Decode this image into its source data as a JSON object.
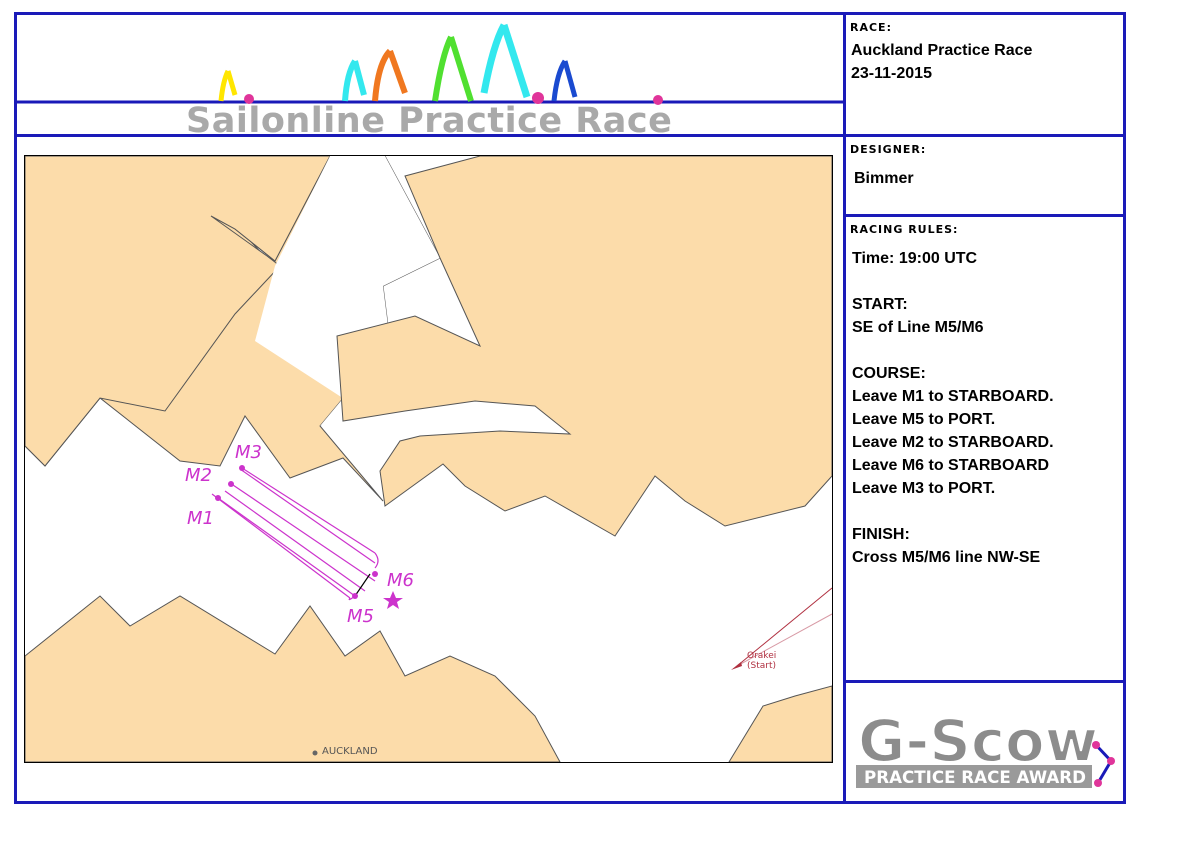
{
  "banner": {
    "title": "Sailonline Practice Race"
  },
  "race": {
    "label": "RACE:",
    "name": "Auckland Practice Race",
    "date": "23-11-2015"
  },
  "designer": {
    "label": "DESIGNER:",
    "name": "Bimmer"
  },
  "rules": {
    "label": "RACING RULES:",
    "time": "Time: 19:00 UTC",
    "start_heading": "START:",
    "start_text": "SE of Line M5/M6",
    "course_heading": "COURSE:",
    "course_items": [
      "Leave M1 to STARBOARD.",
      "Leave M5 to PORT.",
      "Leave M2 to STARBOARD.",
      "Leave M6 to STARBOARD",
      "Leave M3 to PORT."
    ],
    "finish_heading": "FINISH:",
    "finish_text": "Cross M5/M6 line NW-SE"
  },
  "map": {
    "marks": [
      "M1",
      "M2",
      "M3",
      "M5",
      "M6"
    ],
    "start_label": "Orakei",
    "start_sublabel": "(Start)",
    "city_label": "AUCKLAND",
    "colors": {
      "land": "#fcdcaa",
      "water": "#ffffff",
      "course": "#cc33cc",
      "start": "#b03040"
    }
  },
  "award": {
    "logo": "G-Scow",
    "sub": "PRACTICE RACE AWARD"
  },
  "colors": {
    "frame": "#1a1ab8",
    "accent": "#e0359a",
    "grey": "#a9a9a9"
  }
}
